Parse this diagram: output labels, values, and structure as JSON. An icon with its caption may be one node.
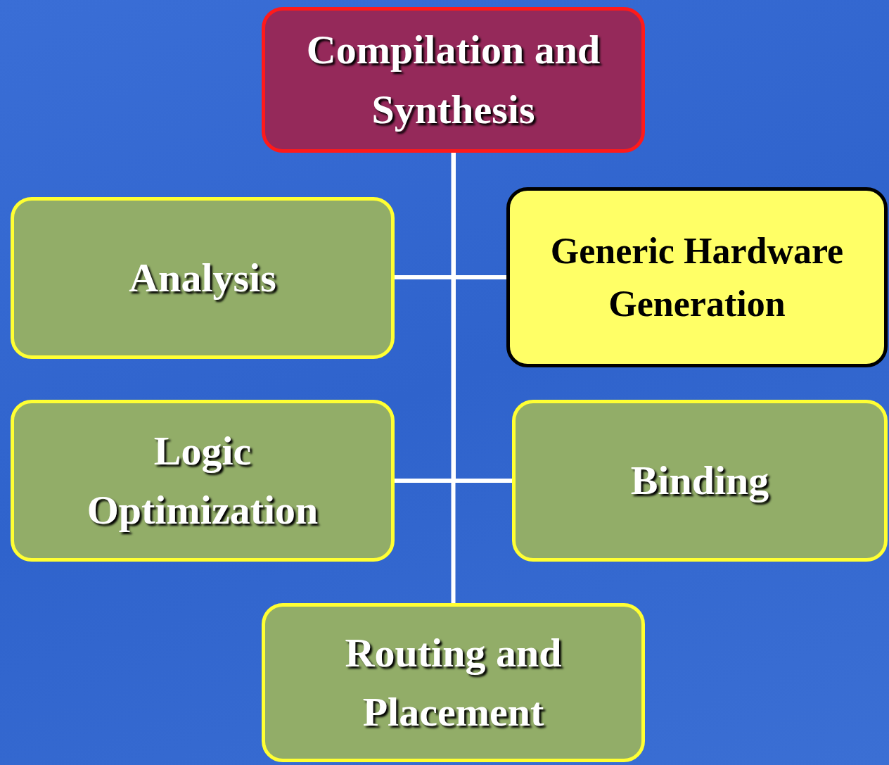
{
  "diagram": {
    "nodes": [
      {
        "text": [
          "Compilation and Synthesis"
        ]
      },
      {
        "text": [
          "Analysis"
        ]
      },
      {
        "text": [
          "Generic Hardware Generation"
        ]
      },
      {
        "text": [
          "Logic Optimization"
        ]
      },
      {
        "text": [
          "Binding"
        ]
      },
      {
        "text": [
          "Routing and Placement"
        ]
      }
    ],
    "edges": [
      {
        "from": 0,
        "to": 1,
        "arrow": "none"
      },
      {
        "from": 0,
        "to": 2,
        "arrow": "none"
      },
      {
        "from": 0,
        "to": 3,
        "arrow": "none"
      },
      {
        "from": 0,
        "to": 4,
        "arrow": "none"
      },
      {
        "from": 0,
        "to": 5,
        "arrow": "none"
      }
    ]
  }
}
